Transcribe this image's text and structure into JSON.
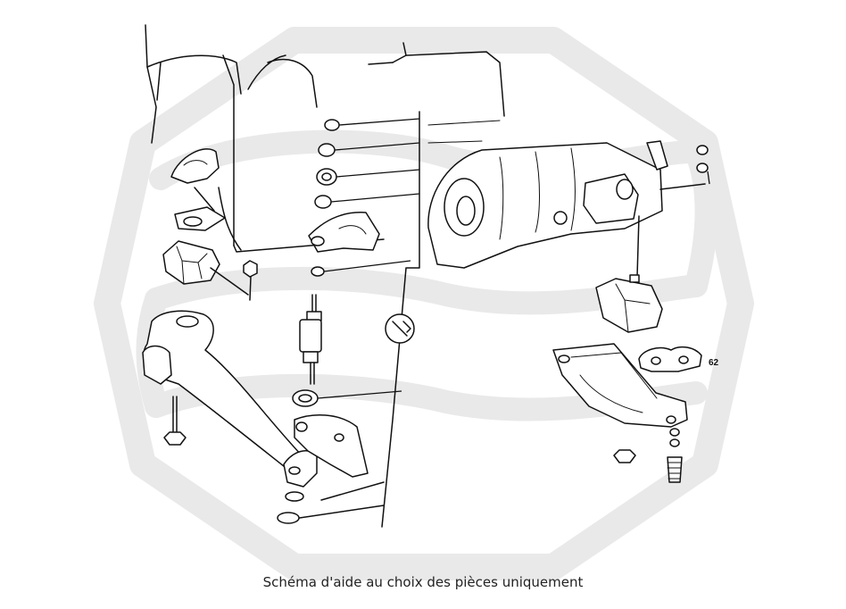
{
  "diagram": {
    "callout_label": "62",
    "caption": "Schéma d'aide au choix des pièces uniquement"
  },
  "colors": {
    "line": "#111111",
    "watermark": "#e9e9e9",
    "background": "#ffffff"
  },
  "icons": {
    "watermark": "hexagon-logo-watermark",
    "reference": "wrench-icon"
  }
}
